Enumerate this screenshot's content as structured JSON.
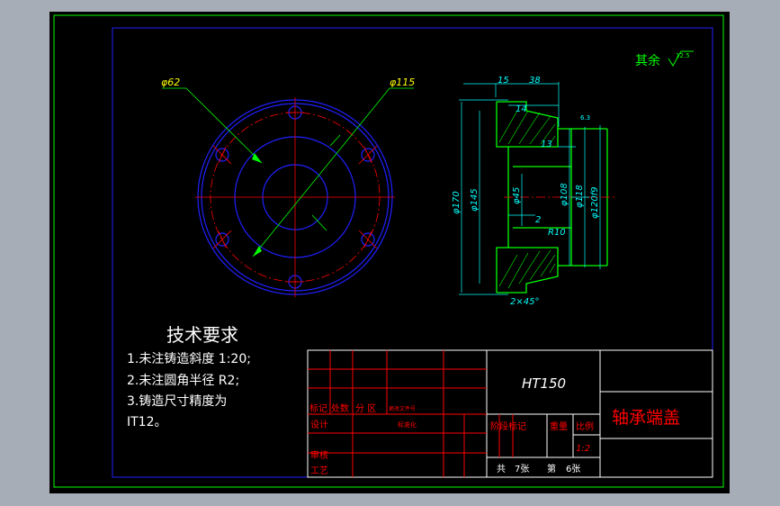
{
  "drawing": {
    "surface_note": {
      "label": "其余",
      "roughness": "12.5"
    },
    "dims_front": {
      "d62": "φ62",
      "d115": "φ115"
    },
    "dims_section": {
      "w15": "15",
      "w38": "38",
      "w14": "14",
      "w13": "13",
      "w2": "2",
      "r10": "R10",
      "chamfer": "2×45°",
      "rough": "6.3",
      "d170": "φ170",
      "d145": "φ145",
      "d45": "φ45",
      "d108": "φ108",
      "d118": "φ118",
      "d120": "φ120f9"
    },
    "tech_req": {
      "title": "技术要求",
      "lines": [
        "1.未注铸造斜度 1:20;",
        "2.未注圆角半径 R2;",
        "3.铸造尺寸精度为",
        "IT12。"
      ]
    },
    "title_block": {
      "material": "HT150",
      "part_name": "轴承端盖",
      "row_mark": [
        "标记",
        "处数",
        "分 区",
        "更改文件号"
      ],
      "design": "设计",
      "standard": "标准化",
      "review": "审核",
      "process": "工艺",
      "stage": "阶段标记",
      "weight": "重量",
      "scale_label": "比例",
      "scale": "1:2",
      "total_label": "共",
      "total_sheets": "7张",
      "sheet_label": "第",
      "sheet_no": "6张"
    }
  },
  "colors": {
    "border": "#00ff00",
    "frame": "#2020ff",
    "dims": "#00ffff",
    "text": "#ffffff",
    "grid": "#ff0000",
    "hatch": "#00ff00"
  }
}
